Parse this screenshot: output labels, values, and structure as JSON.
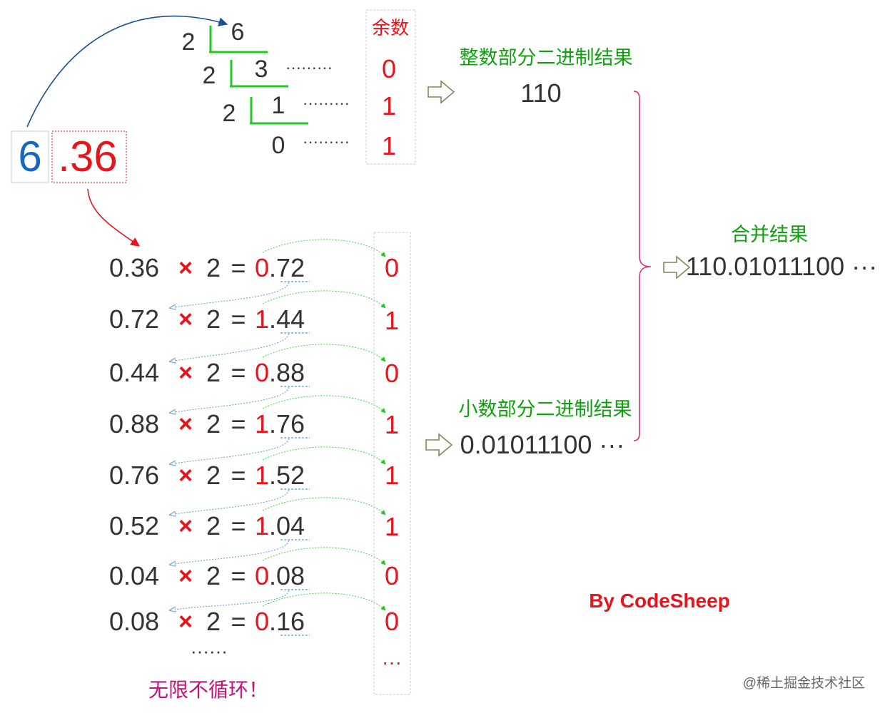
{
  "number": {
    "integer_part": "6",
    "fraction_part": ".36"
  },
  "integer_division": {
    "remainder_header": "余数",
    "rows": [
      {
        "divisor": "2",
        "dividend": "6",
        "dots": "",
        "remainder": ""
      },
      {
        "divisor": "2",
        "dividend": "3",
        "dots": "·········",
        "remainder": "0"
      },
      {
        "divisor": "2",
        "dividend": "1",
        "dots": "·········",
        "remainder": "1"
      },
      {
        "divisor": "",
        "dividend": "0",
        "dots": "·········",
        "remainder": "1"
      }
    ],
    "result_label": "整数部分二进制结果",
    "result_value": "110"
  },
  "fraction_multiplication": {
    "rows": [
      {
        "multiplicand": "0.36",
        "times": "×",
        "factor": "2",
        "equals": "=",
        "int_digit": "0",
        "frac_digits": ".72",
        "bit": "0"
      },
      {
        "multiplicand": "0.72",
        "times": "×",
        "factor": "2",
        "equals": "=",
        "int_digit": "1",
        "frac_digits": ".44",
        "bit": "1"
      },
      {
        "multiplicand": "0.44",
        "times": "×",
        "factor": "2",
        "equals": "=",
        "int_digit": "0",
        "frac_digits": ".88",
        "bit": "0"
      },
      {
        "multiplicand": "0.88",
        "times": "×",
        "factor": "2",
        "equals": "=",
        "int_digit": "1",
        "frac_digits": ".76",
        "bit": "1"
      },
      {
        "multiplicand": "0.76",
        "times": "×",
        "factor": "2",
        "equals": "=",
        "int_digit": "1",
        "frac_digits": ".52",
        "bit": "1"
      },
      {
        "multiplicand": "0.52",
        "times": "×",
        "factor": "2",
        "equals": "=",
        "int_digit": "1",
        "frac_digits": ".04",
        "bit": "1"
      },
      {
        "multiplicand": "0.04",
        "times": "×",
        "factor": "2",
        "equals": "=",
        "int_digit": "0",
        "frac_digits": ".08",
        "bit": "0"
      },
      {
        "multiplicand": "0.08",
        "times": "×",
        "factor": "2",
        "equals": "=",
        "int_digit": "0",
        "frac_digits": ".16",
        "bit": "0"
      }
    ],
    "continuation": "······",
    "bit_continuation": "···",
    "note": "无限不循环！",
    "result_label": "小数部分二进制结果",
    "result_value": "0.01011100 ···"
  },
  "merge": {
    "label": "合并结果",
    "value": "110.01011100 ···"
  },
  "credit": "By CodeSheep",
  "watermark": "@稀土掘金技术社区",
  "icons": {
    "result_arrow": "hollow-right-arrow-icon",
    "grouping": "right-curly-brace-icon"
  },
  "colors": {
    "red": "#e8141b",
    "green": "#10a010",
    "blue": "#1368c4",
    "purple": "#c0157a",
    "dark": "#333333"
  }
}
